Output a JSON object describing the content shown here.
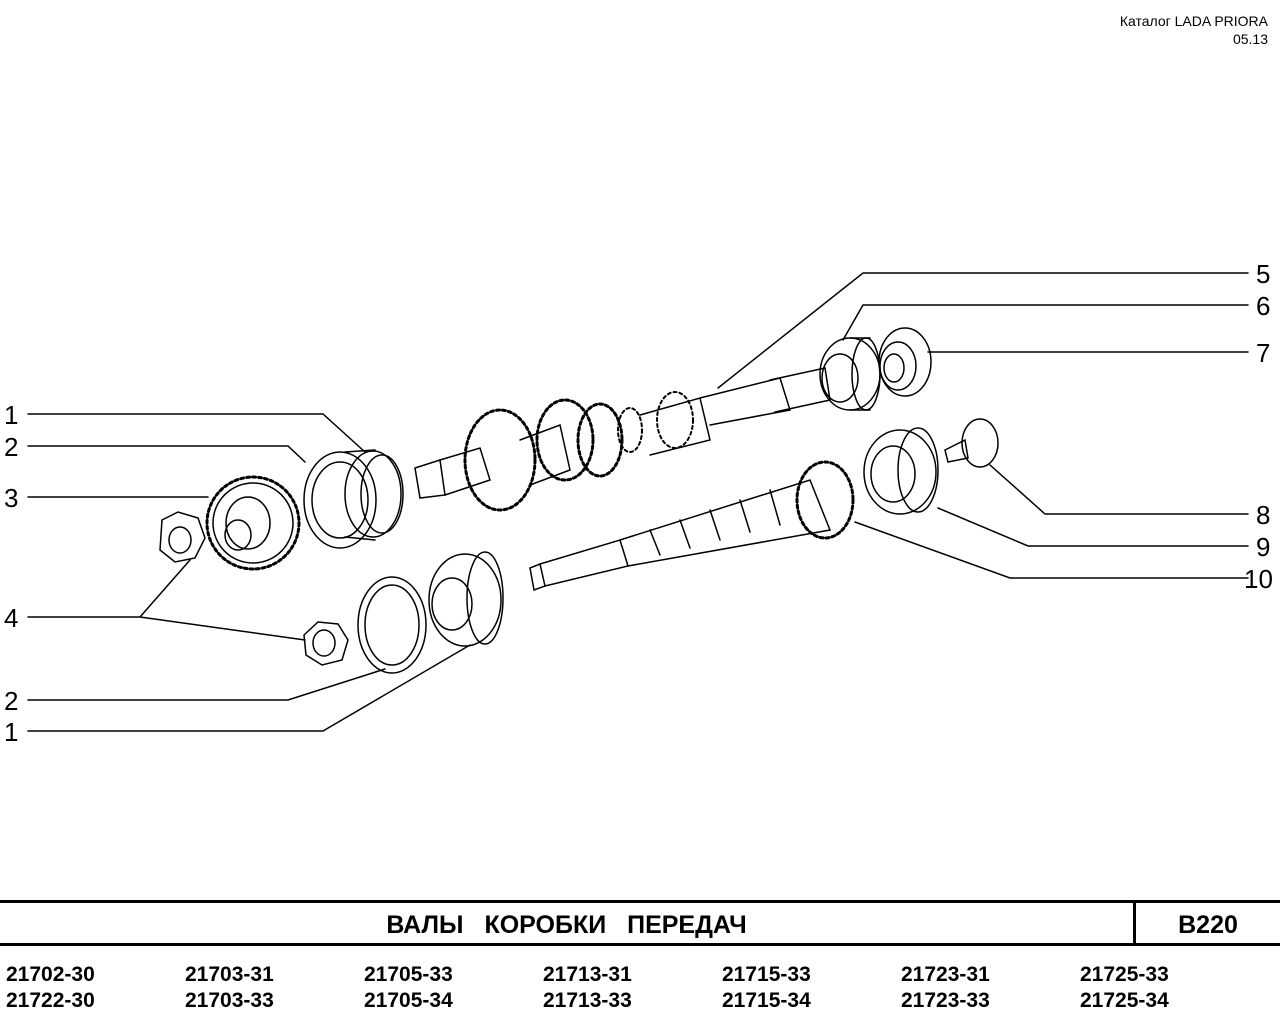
{
  "header": {
    "catalog": "Каталог  LADA  PRIORA",
    "date": "05.13"
  },
  "callouts": [
    "1",
    "2",
    "3",
    "4",
    "2",
    "1",
    "5",
    "6",
    "7",
    "8",
    "9",
    "10"
  ],
  "footer": {
    "title": "ВАЛЫ   КОРОБКИ   ПЕРЕДАЧ",
    "code": "B220"
  },
  "models": {
    "row1": [
      "21702-30",
      "21703-31",
      "21705-33",
      "21713-31",
      "21715-33",
      "21723-31",
      "21725-33"
    ],
    "row2": [
      "21722-30",
      "21703-33",
      "21705-34",
      "21713-33",
      "21715-34",
      "21723-33",
      "21725-34"
    ]
  }
}
